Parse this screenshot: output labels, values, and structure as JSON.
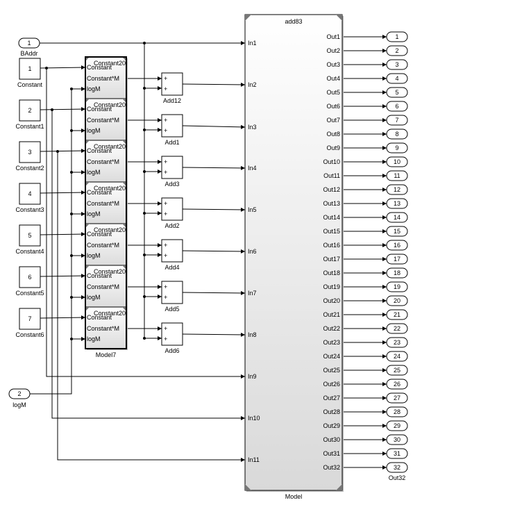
{
  "inports": [
    {
      "num": "1",
      "name": "BAddr"
    },
    {
      "num": "2",
      "name": "logM"
    }
  ],
  "constants": [
    {
      "value": "1",
      "name": "Constant"
    },
    {
      "value": "2",
      "name": "Constant1"
    },
    {
      "value": "3",
      "name": "Constant2"
    },
    {
      "value": "4",
      "name": "Constant3"
    },
    {
      "value": "5",
      "name": "Constant4"
    },
    {
      "value": "6",
      "name": "Constant5"
    },
    {
      "value": "7",
      "name": "Constant6"
    }
  ],
  "model7": {
    "name": "Model7",
    "sub_title": "Constant20",
    "in_labels": [
      "Constant",
      "logM"
    ],
    "out_label": "Constant*M"
  },
  "adders": {
    "plus": "+",
    "names": [
      "Add12",
      "Add1",
      "Add3",
      "Add2",
      "Add4",
      "Add5",
      "Add6"
    ]
  },
  "model": {
    "title": "add83",
    "name": "Model",
    "inputs": [
      "In1",
      "In2",
      "In3",
      "In4",
      "In5",
      "In6",
      "In7",
      "In8",
      "In9",
      "In10",
      "In11"
    ],
    "outputs": [
      "Out1",
      "Out2",
      "Out3",
      "Out4",
      "Out5",
      "Out6",
      "Out7",
      "Out8",
      "Out9",
      "Out10",
      "Out11",
      "Out12",
      "Out13",
      "Out14",
      "Out15",
      "Out16",
      "Out17",
      "Out18",
      "Out19",
      "Out20",
      "Out21",
      "Out22",
      "Out23",
      "Out24",
      "Out25",
      "Out26",
      "Out27",
      "Out28",
      "Out29",
      "Out30",
      "Out31",
      "Out32"
    ]
  },
  "outports": {
    "numbers": [
      "1",
      "2",
      "3",
      "4",
      "5",
      "6",
      "7",
      "8",
      "9",
      "10",
      "11",
      "12",
      "13",
      "14",
      "15",
      "16",
      "17",
      "18",
      "19",
      "20",
      "21",
      "22",
      "23",
      "24",
      "25",
      "26",
      "27",
      "28",
      "29",
      "30",
      "31",
      "32"
    ],
    "last_name": "Out32"
  }
}
